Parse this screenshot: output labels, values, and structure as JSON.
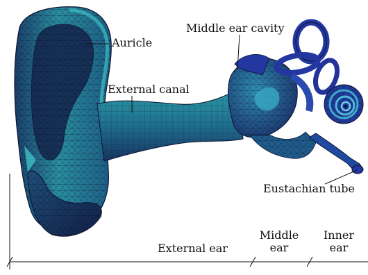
{
  "labels": {
    "auricle": "Auricle",
    "middle_ear_cavity": "Middle ear cavity",
    "external_canal": "External canal",
    "eustachian_tube": "Eustachian tube",
    "external_ear": "External ear",
    "middle_ear_line1": "Middle",
    "middle_ear_line2": "ear",
    "inner_ear_line1": "Inner",
    "inner_ear_line2": "ear"
  },
  "colors": {
    "mesh_light": "#2aa5a8",
    "mesh_mid": "#1e6f8f",
    "mesh_dark": "#1b2f5c",
    "mesh_deep": "#101a3a",
    "ossicle_blue": "#2437a0",
    "mesh_line": "#0b1330"
  }
}
